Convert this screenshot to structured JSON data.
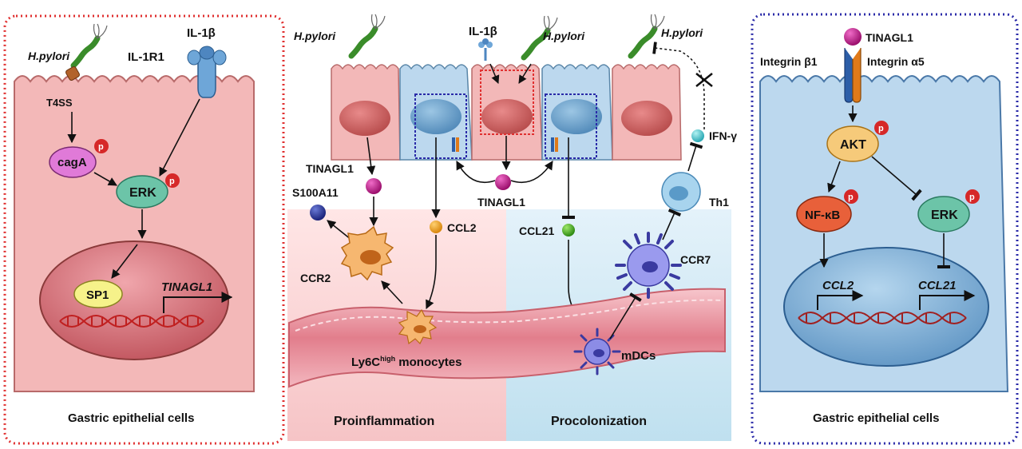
{
  "left_panel": {
    "caption": "Gastric epithelial cells",
    "hpylori": "H.pylori",
    "il1b": "IL-1β",
    "il1r1": "IL-1R1",
    "t4ss": "T4SS",
    "caga": "cagA",
    "erk": "ERK",
    "sp1": "SP1",
    "gene": "TINAGL1",
    "p": "p"
  },
  "middle_panel": {
    "hpylori_1": "H.pylori",
    "hpylori_2": "H.pylori",
    "hpylori_3": "H.pylori",
    "il1b": "IL-1β",
    "tinagl1_left": "TINAGL1",
    "tinagl1_center": "TINAGL1",
    "s100a11": "S100A11",
    "ccr2": "CCR2",
    "ccl2": "CCL2",
    "ccl21": "CCL21",
    "ccr7": "CCR7",
    "th1": "Th1",
    "ifng": "IFN-γ",
    "monocytes_base": "Ly6C",
    "monocytes_sup": "high",
    "monocytes_rest": " monocytes",
    "mdcs": "mDCs",
    "proinflammation": "Proinflammation",
    "procolonization": "Procolonization"
  },
  "right_panel": {
    "caption": "Gastric epithelial cells",
    "tinagl1": "TINAGL1",
    "integrin_b1": "Integrin β1",
    "integrin_a5": "Integrin α5",
    "akt": "AKT",
    "nfkb": "NF-κB",
    "erk": "ERK",
    "ccl2": "CCL2",
    "ccl21": "CCL21",
    "p": "p"
  },
  "colors": {
    "left_border": "#e03030",
    "right_border": "#2a2aa8",
    "pink_cell": "#f3b8b8",
    "blue_cell": "#bcd8ee",
    "phospho": "#d62828",
    "tinagl1_ball": "#c0208a"
  }
}
